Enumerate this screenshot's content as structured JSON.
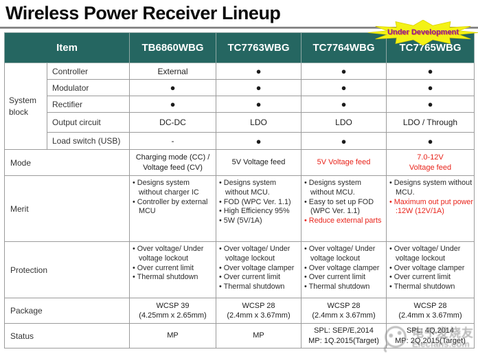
{
  "title": "Wireless Power Receiver Lineup",
  "badge": {
    "label": "Under Development",
    "fill": "#f3f215",
    "edge": "#d9cf00",
    "text_color": "#8e1f8e"
  },
  "colors": {
    "header_bg": "#256661",
    "header_text": "#ffffff",
    "accent_red": "#e8231a",
    "border": "#9b9b9b"
  },
  "header": {
    "columns": [
      "Item",
      "TB6860WBG",
      "TC7763WBG",
      "TC7764WBG",
      "TC7765WBG"
    ]
  },
  "system_block": {
    "group_label": "System block",
    "rows": [
      {
        "label": "Controller",
        "cells": [
          "External",
          "●",
          "●",
          "●"
        ]
      },
      {
        "label": "Modulator",
        "cells": [
          "●",
          "●",
          "●",
          "●"
        ]
      },
      {
        "label": "Rectifier",
        "cells": [
          "●",
          "●",
          "●",
          "●"
        ]
      },
      {
        "label": "Output circuit",
        "cells": [
          "DC-DC",
          "LDO",
          "LDO",
          "LDO / Through"
        ]
      },
      {
        "label": "Load switch (USB)",
        "cells": [
          "-",
          "●",
          "●",
          "●"
        ]
      }
    ]
  },
  "mode": {
    "label": "Mode",
    "cells": [
      {
        "line1": "Charging mode (CC) /",
        "line2": "Voltage feed (CV)"
      },
      {
        "line1": "5V Voltage feed",
        "line2": ""
      },
      {
        "line1": "5V Voltage feed",
        "line2": "",
        "color": "#e8231a"
      },
      {
        "line1": "7.0-12V",
        "line2": "Voltage feed",
        "color": "#e8231a"
      }
    ]
  },
  "merit": {
    "label": "Merit",
    "cells": [
      {
        "items": [
          {
            "text": "Designs system without charger IC"
          },
          {
            "text": "Controller by external MCU"
          }
        ]
      },
      {
        "items": [
          {
            "text": "Designs system without MCU."
          },
          {
            "text": "FOD (WPC Ver. 1.1)"
          },
          {
            "text": "High Efficiency 95%"
          },
          {
            "text": "5W (5V/1A)"
          }
        ]
      },
      {
        "items": [
          {
            "text": "Designs system without MCU."
          },
          {
            "text": "Easy to set up FOD (WPC Ver. 1.1)"
          },
          {
            "text": "Reduce external parts",
            "color": "#e8231a"
          }
        ]
      },
      {
        "items": [
          {
            "text": "Designs system without MCU."
          },
          {
            "text": "Maximum out put power :12W (12V/1A)",
            "color": "#e8231a"
          }
        ]
      }
    ]
  },
  "protection": {
    "label": "Protection",
    "cells": [
      {
        "items": [
          {
            "text": "Over voltage/ Under voltage lockout"
          },
          {
            "text": "Over current limit"
          },
          {
            "text": "Thermal shutdown"
          }
        ]
      },
      {
        "items": [
          {
            "text": "Over voltage/ Under voltage lockout"
          },
          {
            "text": "Over voltage clamper"
          },
          {
            "text": "Over current limit"
          },
          {
            "text": "Thermal shutdown"
          }
        ]
      },
      {
        "items": [
          {
            "text": "Over voltage/ Under voltage lockout"
          },
          {
            "text": "Over voltage clamper"
          },
          {
            "text": "Over current limit"
          },
          {
            "text": "Thermal shutdown"
          }
        ]
      },
      {
        "items": [
          {
            "text": "Over voltage/ Under voltage lockout"
          },
          {
            "text": "Over voltage clamper"
          },
          {
            "text": "Over current limit"
          },
          {
            "text": "Thermal shutdown"
          }
        ]
      }
    ]
  },
  "package": {
    "label": "Package",
    "cells": [
      {
        "line1": "WCSP 39",
        "line2": "(4.25mm x 2.65mm)"
      },
      {
        "line1": "WCSP 28",
        "line2": "(2.4mm x 3.67mm)"
      },
      {
        "line1": "WCSP 28",
        "line2": "(2.4mm x 3.67mm)"
      },
      {
        "line1": "WCSP 28",
        "line2": "(2.4mm x 3.67mm)"
      }
    ]
  },
  "status": {
    "label": "Status",
    "cells": [
      {
        "line1": "MP",
        "line2": ""
      },
      {
        "line1": "MP",
        "line2": ""
      },
      {
        "line1": "SPL: SEP/E,2014",
        "line2": "MP: 1Q.2015(Target)"
      },
      {
        "line1": "SPL: 4Q,2014",
        "line2": "MP: 2Q,2015(Target)"
      }
    ]
  },
  "watermark": {
    "brand": "电子发烧友",
    "domain": "Elecfans.com"
  }
}
